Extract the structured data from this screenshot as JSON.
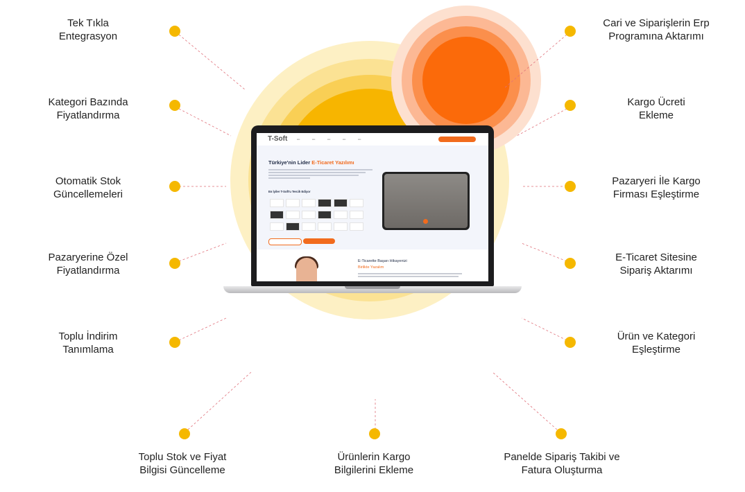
{
  "features": {
    "left": [
      {
        "line1": "Tek Tıkla",
        "line2": "Entegrasyon"
      },
      {
        "line1": "Kategori Bazında",
        "line2": "Fiyatlandırma"
      },
      {
        "line1": "Otomatik Stok",
        "line2": "Güncellemeleri"
      },
      {
        "line1": "Pazaryerine Özel",
        "line2": "Fiyatlandırma"
      },
      {
        "line1": "Toplu İndirim",
        "line2": "Tanımlama"
      }
    ],
    "right": [
      {
        "line1": "Cari ve Siparişlerin Erp",
        "line2": "Programına Aktarımı"
      },
      {
        "line1": "Kargo Ücreti",
        "line2": "Ekleme"
      },
      {
        "line1": "Pazaryeri İle Kargo",
        "line2": "Firması Eşleştirme"
      },
      {
        "line1": "E-Ticaret Sitesine",
        "line2": "Sipariş Aktarımı"
      },
      {
        "line1": "Ürün ve Kategori",
        "line2": "Eşleştirme"
      }
    ],
    "bottom": [
      {
        "line1": "Toplu Stok ve Fiyat",
        "line2": "Bilgisi Güncelleme"
      },
      {
        "line1": "Ürünlerin Kargo",
        "line2": "Bilgilerini Ekleme"
      },
      {
        "line1": "Panelde Sipariş Takibi ve",
        "line2": "Fatura Oluşturma"
      }
    ]
  },
  "screen": {
    "logo": "T-Soft",
    "hero_title_prefix": "Türkiye'nin Lider ",
    "hero_title_accent": "E-Ticaret Yazılımı",
    "brands_title": "En İyiler T-Soft'u Tercih Ediyor",
    "story_title": "E-Ticarette Başarı Hikayenizi",
    "story_accent": "Birlikte Yazalım"
  },
  "colors": {
    "dot": "#f5b800",
    "accent_orange": "#f26b1d",
    "connector": "#e0707a",
    "yellow_disc_outer": "#fdeeb8",
    "yellow_disc_inner": "#f7b500",
    "orange_disc_outer": "#fde3d3",
    "orange_disc_inner": "#fb6a0a"
  }
}
